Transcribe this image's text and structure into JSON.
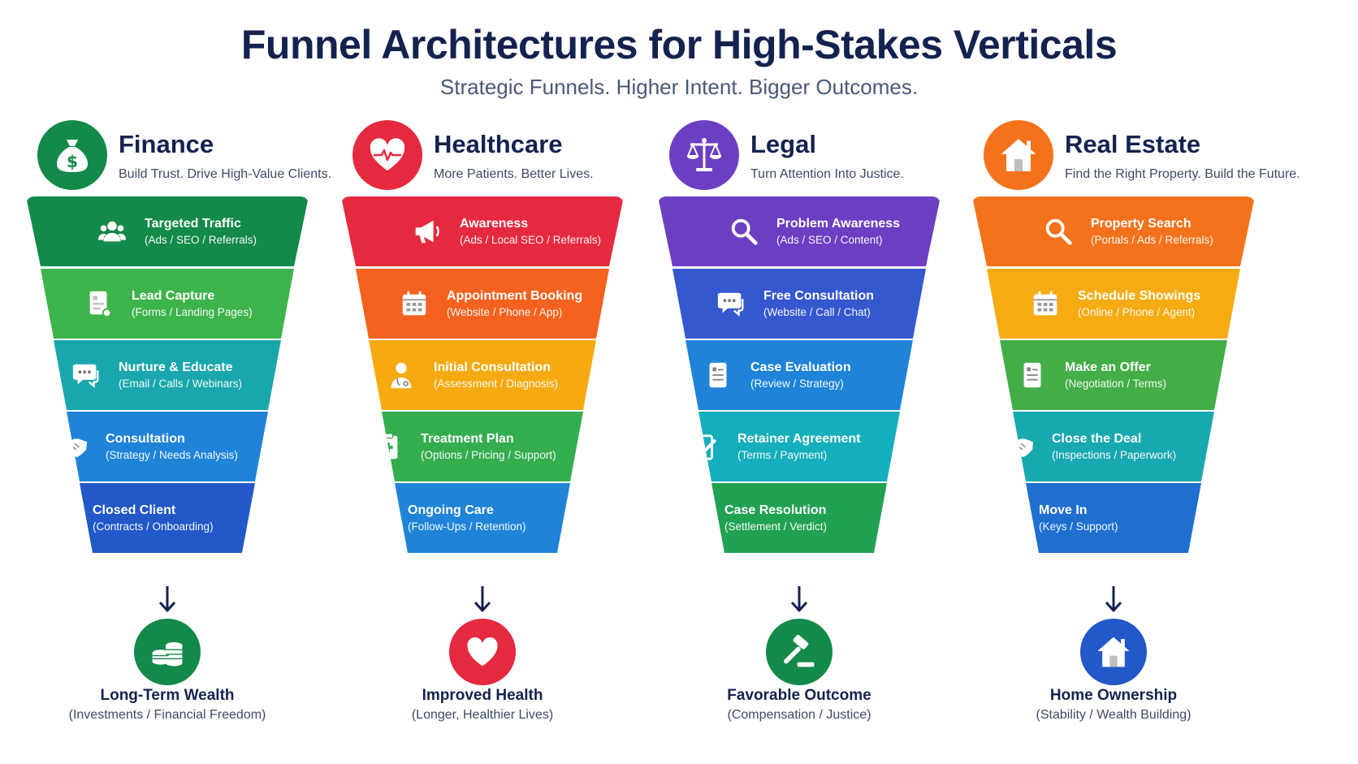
{
  "header": {
    "title": "Funnel Architectures for High-Stakes Verticals",
    "subtitle": "Strategic Funnels. Higher Intent. Bigger Outcomes."
  },
  "columns": [
    {
      "name": "Finance",
      "tagline": "Build Trust. Drive High-Value Clients.",
      "icon": "money-bag-icon",
      "color": "#13894a",
      "stages": [
        {
          "title": "Targeted Traffic",
          "subtitle": "(Ads / SEO / Referrals)",
          "icon": "users-icon",
          "color": "#13894a"
        },
        {
          "title": "Lead Capture",
          "subtitle": "(Forms / Landing Pages)",
          "icon": "form-icon",
          "color": "#3db44b"
        },
        {
          "title": "Nurture & Educate",
          "subtitle": "(Email / Calls / Webinars)",
          "icon": "chat-icon",
          "color": "#1aa6ad"
        },
        {
          "title": "Consultation",
          "subtitle": "(Strategy / Needs Analysis)",
          "icon": "handshake-icon",
          "color": "#1f83d8"
        },
        {
          "title": "Closed Client",
          "subtitle": "(Contracts / Onboarding)",
          "icon": "shield-check-icon",
          "color": "#2258c8"
        }
      ],
      "result": {
        "title": "Long-Term Wealth",
        "subtitle": "(Investments / Financial Freedom)",
        "icon": "coins-icon",
        "color": "#13894a"
      }
    },
    {
      "name": "Healthcare",
      "tagline": "More Patients. Better Lives.",
      "icon": "heartbeat-icon",
      "color": "#e5293f",
      "stages": [
        {
          "title": "Awareness",
          "subtitle": "(Ads / Local SEO / Referrals)",
          "icon": "megaphone-icon",
          "color": "#e5293f"
        },
        {
          "title": "Appointment Booking",
          "subtitle": "(Website / Phone / App)",
          "icon": "calendar-icon",
          "color": "#f5611e"
        },
        {
          "title": "Initial Consultation",
          "subtitle": "(Assessment / Diagnosis)",
          "icon": "doctor-icon",
          "color": "#f7aa10"
        },
        {
          "title": "Treatment Plan",
          "subtitle": "(Options / Pricing / Support)",
          "icon": "clipboard-plus-icon",
          "color": "#34ad4e"
        },
        {
          "title": "Ongoing Care",
          "subtitle": "(Follow-Ups / Retention)",
          "icon": "heart-icon",
          "color": "#1f83d8"
        }
      ],
      "result": {
        "title": "Improved Health",
        "subtitle": "(Longer, Healthier Lives)",
        "icon": "heart-icon",
        "color": "#e5293f"
      }
    },
    {
      "name": "Legal",
      "tagline": "Turn Attention Into Justice.",
      "icon": "scales-icon",
      "color": "#6c3fc2",
      "stages": [
        {
          "title": "Problem Awareness",
          "subtitle": "(Ads / SEO / Content)",
          "icon": "search-icon",
          "color": "#6c3fc2"
        },
        {
          "title": "Free Consultation",
          "subtitle": "(Website / Call / Chat)",
          "icon": "chat-icon",
          "color": "#3558cf"
        },
        {
          "title": "Case Evaluation",
          "subtitle": "(Review / Strategy)",
          "icon": "document-icon",
          "color": "#1f83d8"
        },
        {
          "title": "Retainer Agreement",
          "subtitle": "(Terms / Payment)",
          "icon": "sign-icon",
          "color": "#15aebc"
        },
        {
          "title": "Case Resolution",
          "subtitle": "(Settlement / Verdict)",
          "icon": "gavel-icon",
          "color": "#21a152"
        }
      ],
      "result": {
        "title": "Favorable Outcome",
        "subtitle": "(Compensation / Justice)",
        "icon": "gavel-icon",
        "color": "#13894a"
      }
    },
    {
      "name": "Real Estate",
      "tagline": "Find the Right Property. Build the Future.",
      "icon": "house-icon",
      "color": "#f5721c",
      "stages": [
        {
          "title": "Property Search",
          "subtitle": "(Portals / Ads / Referrals)",
          "icon": "search-icon",
          "color": "#f5721c"
        },
        {
          "title": "Schedule Showings",
          "subtitle": "(Online / Phone / Agent)",
          "icon": "calendar-icon",
          "color": "#f7ab12"
        },
        {
          "title": "Make an Offer",
          "subtitle": "(Negotiation / Terms)",
          "icon": "document-icon",
          "color": "#43ad48"
        },
        {
          "title": "Close the Deal",
          "subtitle": "(Inspections / Paperwork)",
          "icon": "handshake-icon",
          "color": "#18a8b0"
        },
        {
          "title": "Move In",
          "subtitle": "(Keys / Support)",
          "icon": "house-icon",
          "color": "#1f6fcf"
        }
      ],
      "result": {
        "title": "Home Ownership",
        "subtitle": "(Stability / Wealth Building)",
        "icon": "house-icon",
        "color": "#2258c8"
      }
    }
  ]
}
